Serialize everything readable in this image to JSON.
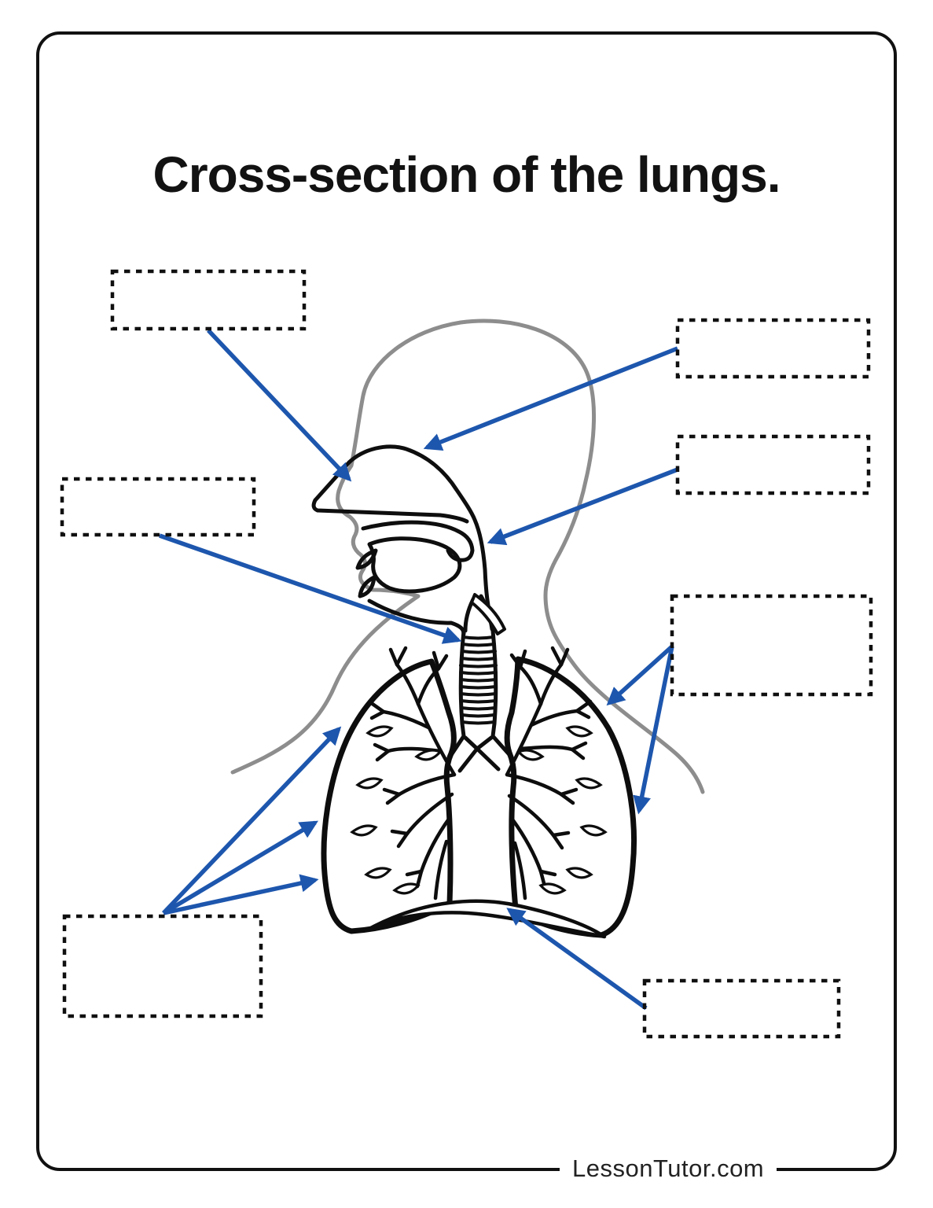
{
  "page": {
    "title": "Cross-section of the lungs.",
    "footer": "LessonTutor.com"
  },
  "colors": {
    "arrow_blue": "#1d56ad",
    "outline_black": "#0e0e0e",
    "silhouette_gray": "#8d8d8d",
    "frame_black": "#111111"
  },
  "label_boxes": [
    {
      "id": "top-left",
      "value": ""
    },
    {
      "id": "mid-left",
      "value": ""
    },
    {
      "id": "top-right",
      "value": ""
    },
    {
      "id": "right-upper",
      "value": ""
    },
    {
      "id": "right-lower",
      "value": ""
    },
    {
      "id": "bottom-left",
      "value": ""
    },
    {
      "id": "bottom-right",
      "value": ""
    }
  ]
}
